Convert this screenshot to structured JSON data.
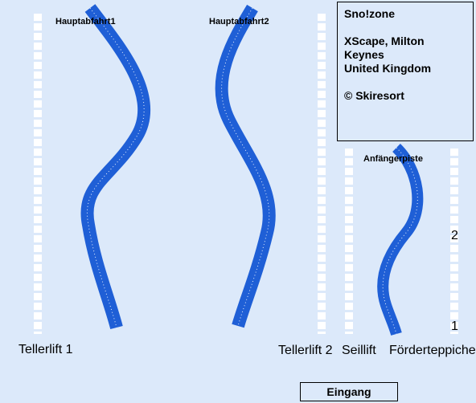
{
  "info": {
    "name": "Sno!zone",
    "location": "XScape, Milton Keynes",
    "country": "United Kingdom",
    "copyright": "© Skiresort"
  },
  "runs": {
    "main1": "Hauptabfahrt1",
    "main2": "Hauptabfahrt2",
    "beginner": "Anfängerpiste"
  },
  "lifts": {
    "tellerlift1": "Tellerlift 1",
    "tellerlift2": "Tellerlift 2",
    "seillift": "Seillift",
    "foerderteppiche": "Förderteppiche",
    "carpet2": "2",
    "carpet1": "1"
  },
  "entrance": "Eingang",
  "colors": {
    "background": "#dce9fa",
    "piste": "#1f5fd6",
    "lift": "#ffffff"
  }
}
